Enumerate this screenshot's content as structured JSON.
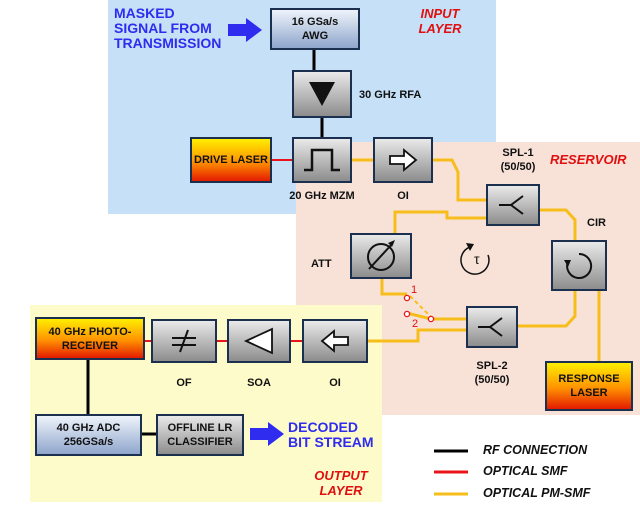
{
  "colors": {
    "input_layer_bg": "#c5e0f7",
    "reservoir_bg": "#f8e2d8",
    "output_layer_bg": "#fdfbc9",
    "rf_connection": "#000000",
    "optical_smf": "#e8141a",
    "optical_pm_smf": "#f7bd1a",
    "arrow_blue": "#2f2cf0",
    "layer_title": "#e01010"
  },
  "layers": {
    "input": "INPUT\nLAYER",
    "reservoir": "RESERVOIR",
    "output": "OUTPUT\nLAYER"
  },
  "input_text": "MASKED\nSIGNAL FROM\nTRANSMISSION",
  "output_text": "DECODED\nBIT STREAM",
  "blocks": {
    "awg": "16 GSa/s\nAWG",
    "rfa": "30 GHz RFA",
    "drive_laser": "DRIVE LASER",
    "mzm": "20 GHz MZM",
    "oi_in": "OI",
    "spl1": "SPL-1\n(50/50)",
    "cir": "CIR",
    "att": "ATT",
    "tau": "τ",
    "spl2": "SPL-2\n(50/50)",
    "response_laser": "RESPONSE\nLASER",
    "switch_1": "1",
    "switch_2": "2",
    "photoreceiver": "40 GHz PHOTO-\nRECEIVER",
    "of": "OF",
    "soa": "SOA",
    "oi_out": "OI",
    "adc": "40 GHz ADC\n256GSa/s",
    "classifier": "OFFLINE LR\nCLASSIFIER"
  },
  "legend": [
    {
      "label": "RF CONNECTION",
      "color": "#000000",
      "icon": "rf-line"
    },
    {
      "label": "OPTICAL SMF",
      "color": "#e8141a",
      "icon": "smf-line"
    },
    {
      "label": "OPTICAL PM-SMF",
      "color": "#f7bd1a",
      "icon": "pm-smf-line"
    }
  ]
}
